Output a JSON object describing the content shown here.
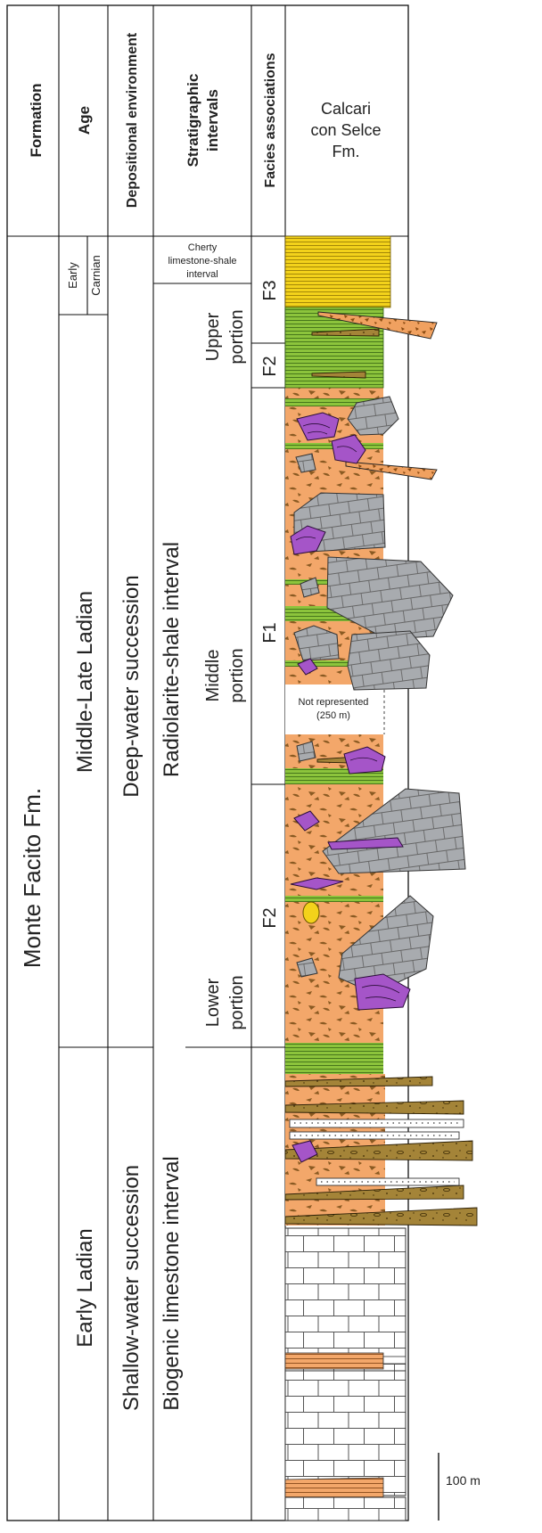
{
  "headers": {
    "formation": "Formation",
    "age": "Age",
    "environment": "Depositional environment",
    "intervals_line1": "Stratigraphic",
    "intervals_line2": "intervals",
    "facies": "Facies associations",
    "top_unit_line1": "Calcari",
    "top_unit_line2": "con Selce",
    "top_unit_line3": "Fm."
  },
  "formation": {
    "name": "Monte Facito Fm."
  },
  "ages": {
    "early_carnian_line1": "Early",
    "early_carnian_line2": "Carnian",
    "middle_late_ladian": "Middle-Late Ladian",
    "early_ladian": "Early Ladian"
  },
  "environments": {
    "deep_water": "Deep-water succession",
    "shallow_water": "Shallow-water succession"
  },
  "intervals": {
    "cherty_line1": "Cherty",
    "cherty_line2": "limestone-shale",
    "cherty_line3": "interval",
    "upper_line1": "Upper",
    "upper_line2": "portion",
    "radiolarite": "Radiolarite-shale interval",
    "middle_line1": "Middle",
    "middle_line2": "portion",
    "lower_line1": "Lower",
    "lower_line2": "portion",
    "biogenic": "Biogenic limestone interval"
  },
  "facies": {
    "f3": "F3",
    "f2_upper": "F2",
    "f1": "F1",
    "f2_lower": "F2"
  },
  "gap": {
    "line1": "Not represented",
    "line2": "(250 m)"
  },
  "scale_bar": {
    "label": "100 m"
  },
  "colors": {
    "orange_matrix": "#f3a76a",
    "brown_clast": "#8a5a22",
    "green_shale": "#8cc43c",
    "yellow_chert": "#f3d21b",
    "gray_block": "#a8abaf",
    "purple_radiolarite": "#a555c8",
    "olive_sandstone": "#a48438",
    "white_limestone": "#ffffff",
    "dark_outline": "#222222"
  }
}
